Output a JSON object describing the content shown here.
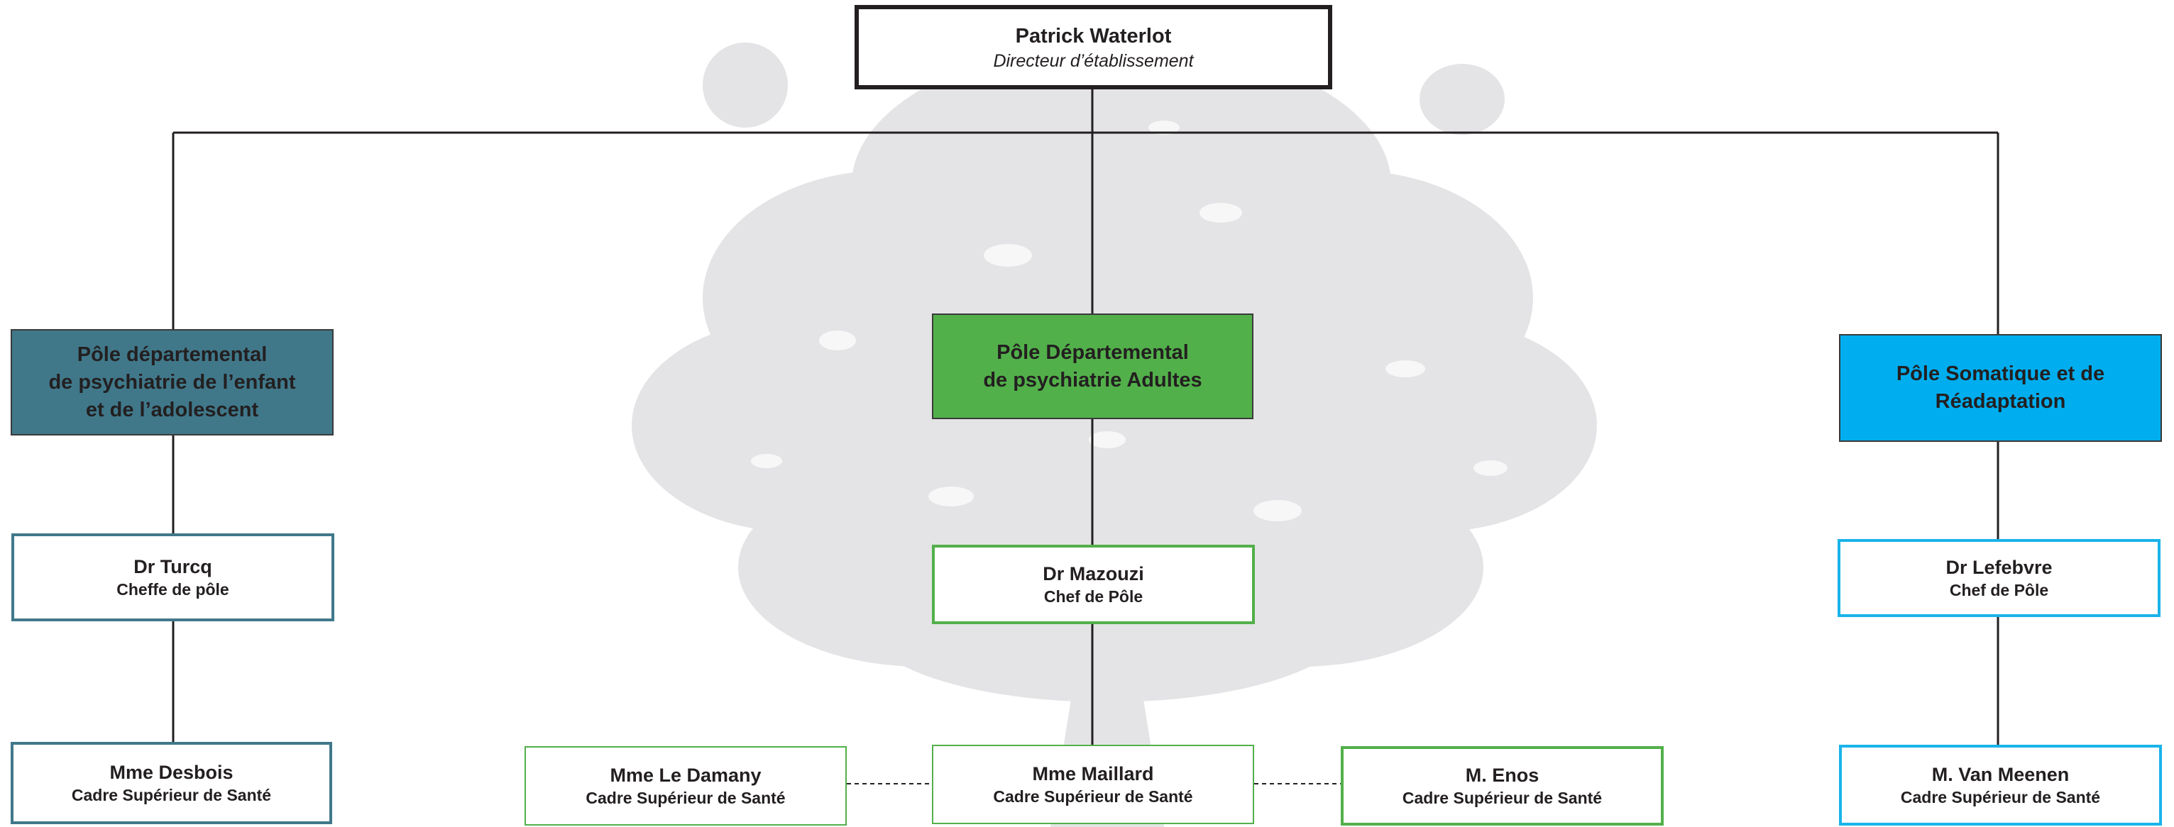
{
  "colors": {
    "line": "#231f20",
    "tree": "#e4e4e6",
    "teal": "#40788a",
    "green": "#52b04a",
    "blue": "#00aeef"
  },
  "director": {
    "name": "Patrick Waterlot",
    "role": "Directeur d’établissement"
  },
  "poles": {
    "child": {
      "title_lines": [
        "Pôle départemental",
        "de psychiatrie de l’enfant",
        "et de l’adolescent"
      ],
      "chief": {
        "name": "Dr Turcq",
        "role": "Cheffe de pôle"
      },
      "cadres": [
        {
          "name": "Mme Desbois",
          "role": "Cadre Supérieur de Santé"
        }
      ]
    },
    "adult": {
      "title_lines": [
        "Pôle  Départemental",
        "de psychiatrie Adultes"
      ],
      "chief": {
        "name": "Dr Mazouzi",
        "role": "Chef de Pôle"
      },
      "cadres": [
        {
          "name": "Mme Le Damany",
          "role": "Cadre Supérieur de Santé"
        },
        {
          "name": "Mme Maillard",
          "role": "Cadre Supérieur de Santé"
        },
        {
          "name": "M. Enos",
          "role": "Cadre Supérieur de Santé"
        }
      ]
    },
    "somatic": {
      "title_lines": [
        "Pôle Somatique et de",
        "Réadaptation"
      ],
      "chief": {
        "name": "Dr Lefebvre",
        "role": "Chef de Pôle"
      },
      "cadres": [
        {
          "name": "M. Van Meenen",
          "role": "Cadre Supérieur de Santé"
        }
      ]
    }
  }
}
